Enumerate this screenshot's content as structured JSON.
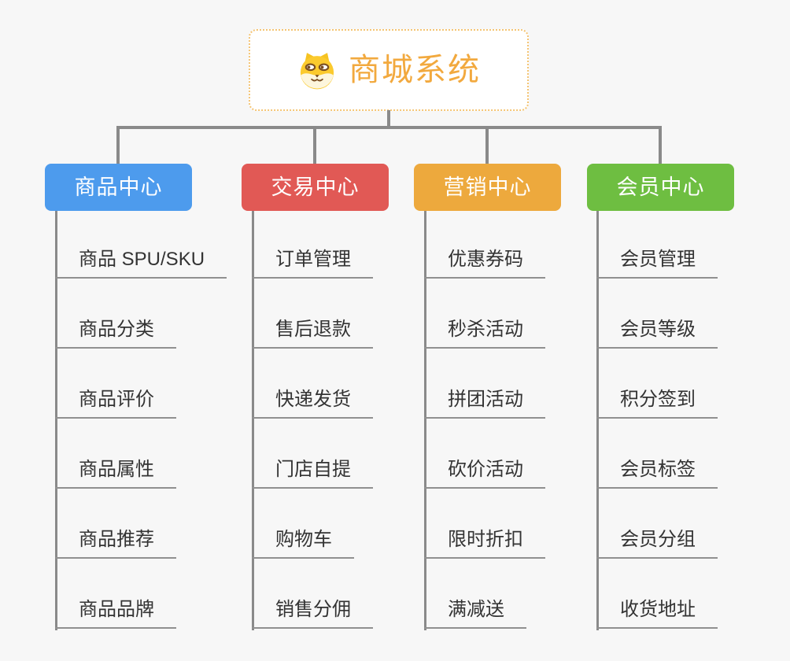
{
  "page": {
    "background_color": "#f7f7f7",
    "connector_color": "#8a8a8a",
    "leaf_underline_color": "#909090",
    "leaf_text_color": "#333333"
  },
  "root": {
    "title": "商城系统",
    "icon": "doge-icon",
    "text_color": "#f2a93e",
    "border_color": "#f4c473",
    "background_color": "#ffffff"
  },
  "branches": [
    {
      "label": "商品中心",
      "color": "#4d9bed",
      "items": [
        "商品 SPU/SKU",
        "商品分类",
        "商品评价",
        "商品属性",
        "商品推荐",
        "商品品牌"
      ]
    },
    {
      "label": "交易中心",
      "color": "#e15955",
      "items": [
        "订单管理",
        "售后退款",
        "快递发货",
        "门店自提",
        "购物车",
        "销售分佣"
      ]
    },
    {
      "label": "营销中心",
      "color": "#eda93d",
      "items": [
        "优惠券码",
        "秒杀活动",
        "拼团活动",
        "砍价活动",
        "限时折扣",
        "满减送"
      ]
    },
    {
      "label": "会员中心",
      "color": "#6ebe41",
      "items": [
        "会员管理",
        "会员等级",
        "积分签到",
        "会员标签",
        "会员分组",
        "收货地址"
      ]
    }
  ]
}
